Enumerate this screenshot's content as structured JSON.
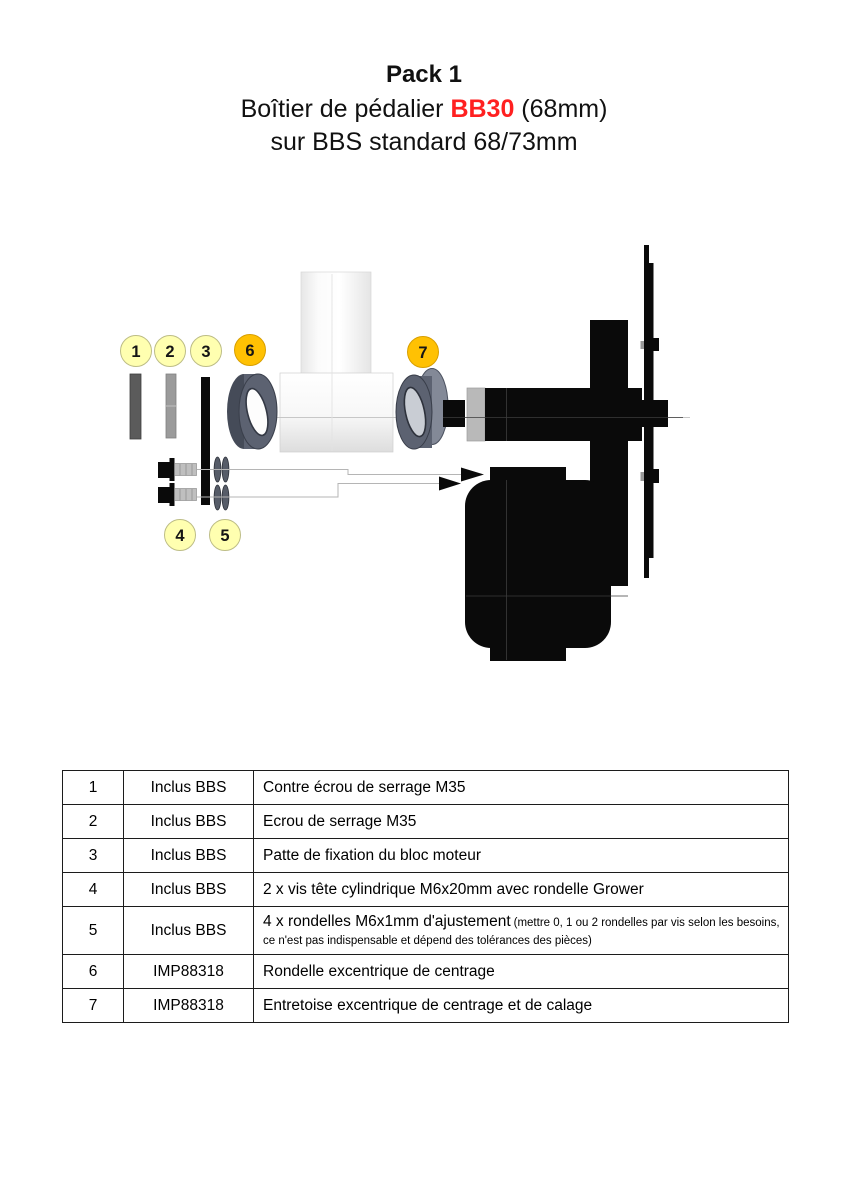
{
  "title": {
    "line1": "Pack 1",
    "line2_prefix": "Boîtier de pédalier ",
    "line2_highlight": "BB30",
    "line2_suffix": " (68mm)",
    "line3": "sur BBS standard 68/73mm",
    "highlight_color": "#ff2020"
  },
  "diagram": {
    "callouts": [
      {
        "label": "1",
        "style": "yellow"
      },
      {
        "label": "2",
        "style": "yellow"
      },
      {
        "label": "3",
        "style": "yellow"
      },
      {
        "label": "4",
        "style": "yellow"
      },
      {
        "label": "5",
        "style": "yellow"
      },
      {
        "label": "6",
        "style": "orange"
      },
      {
        "label": "7",
        "style": "orange"
      }
    ],
    "colors": {
      "callout_yellow": "#ffffb0",
      "callout_orange": "#ffc103",
      "part_black": "#0a0a0a",
      "ring_slate": "#5c6271",
      "bar1_gray": "#5b5b5b",
      "bar2_gray": "#9b9b9b"
    }
  },
  "table": {
    "rows": [
      {
        "num": "1",
        "ref": "Inclus BBS",
        "desc": "Contre écrou de serrage M35",
        "note": ""
      },
      {
        "num": "2",
        "ref": "Inclus BBS",
        "desc": "Ecrou de serrage M35",
        "note": ""
      },
      {
        "num": "3",
        "ref": "Inclus BBS",
        "desc": "Patte de fixation du bloc moteur",
        "note": ""
      },
      {
        "num": "4",
        "ref": "Inclus BBS",
        "desc": "2 x vis tête cylindrique M6x20mm avec rondelle Grower",
        "note": ""
      },
      {
        "num": "5",
        "ref": "Inclus BBS",
        "desc": "4 x rondelles M6x1mm d'ajustement",
        "note": "(mettre 0, 1 ou 2 rondelles par vis selon les besoins, ce n'est pas indispensable et dépend des tolérances des pièces)"
      },
      {
        "num": "6",
        "ref": "IMP88318",
        "desc": "Rondelle excentrique de centrage",
        "note": ""
      },
      {
        "num": "7",
        "ref": "IMP88318",
        "desc": "Entretoise excentrique de centrage et de calage",
        "note": ""
      }
    ]
  }
}
